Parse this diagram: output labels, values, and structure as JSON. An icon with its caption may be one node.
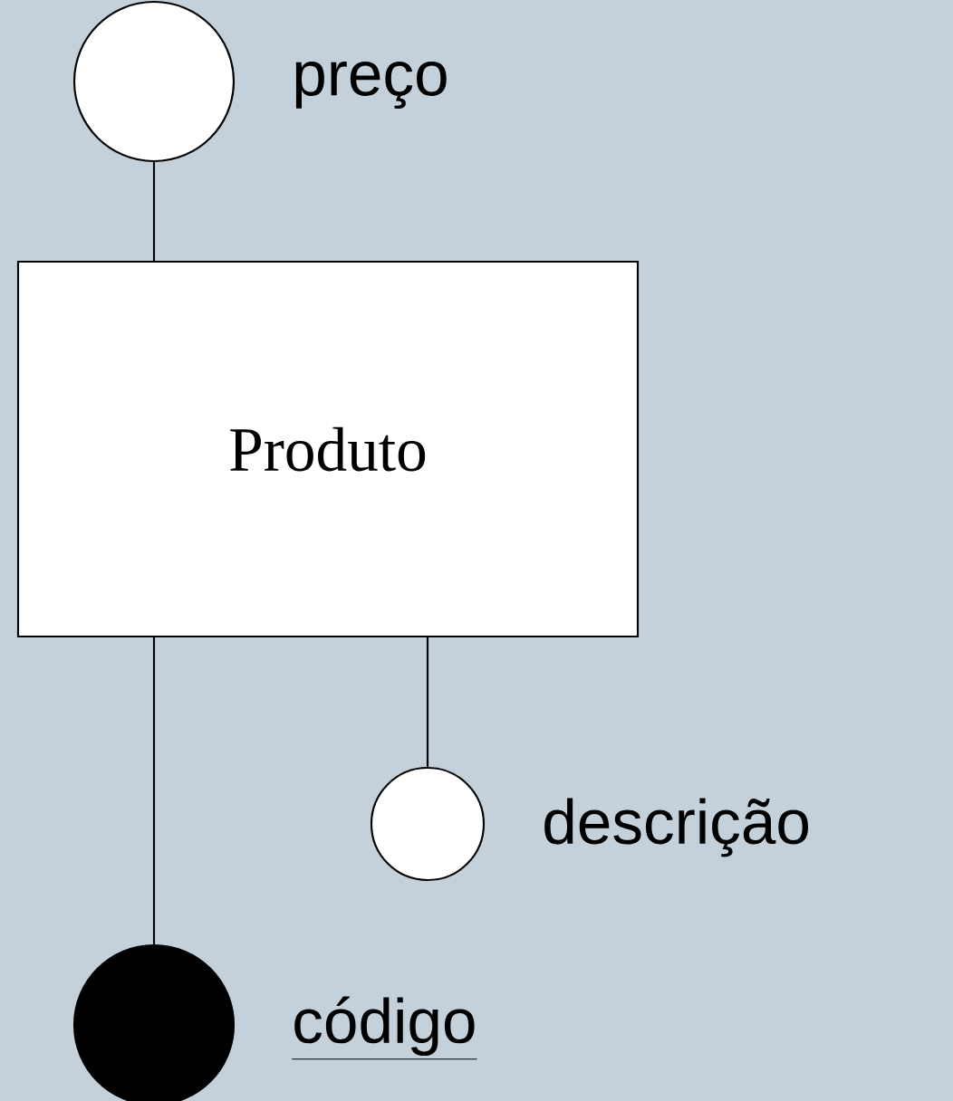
{
  "diagram": {
    "nodes": [
      {
        "text": [],
        "shape": "circle",
        "beside": [
          "preço"
        ]
      },
      {
        "text": [
          "Produto"
        ]
      },
      {
        "text": [],
        "shape": "circle",
        "beside": [
          "descrição"
        ]
      },
      {
        "text": [],
        "shape": "dot",
        "beside": [
          "código"
        ]
      }
    ],
    "edges": [
      {
        "from": 0,
        "to": 1,
        "arrow": "none"
      },
      {
        "from": 1,
        "to": 2,
        "arrow": "none"
      },
      {
        "from": 1,
        "to": 3,
        "arrow": "none"
      }
    ]
  }
}
